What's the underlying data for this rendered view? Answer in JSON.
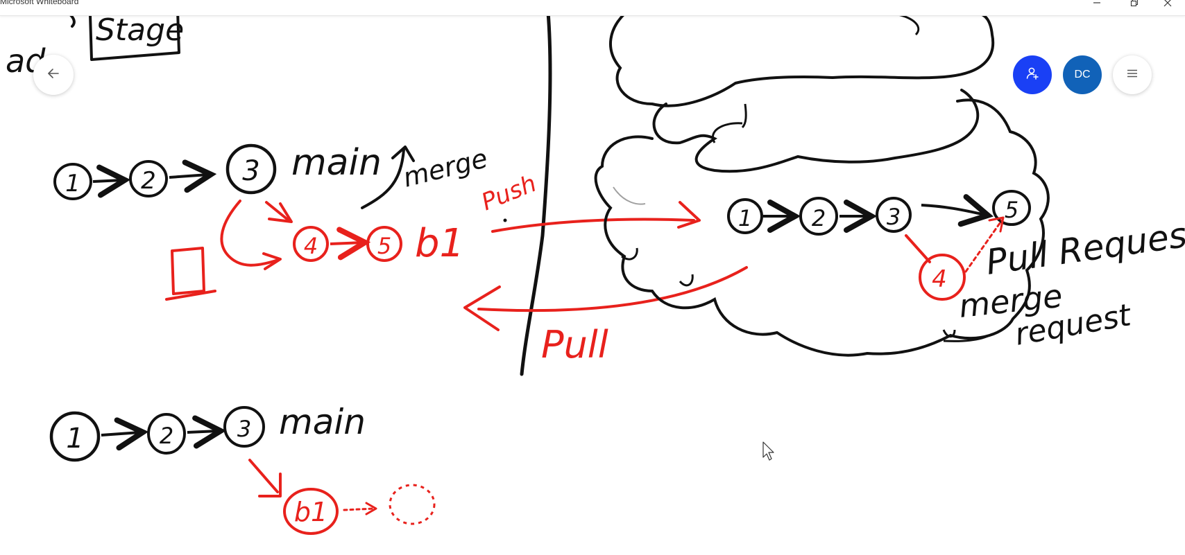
{
  "app": {
    "title": "Microsoft Whiteboard"
  },
  "window_controls": {
    "minimize_icon": "minimize-icon",
    "restore_icon": "restore-icon",
    "close_icon": "close-icon"
  },
  "toolbar": {
    "back_icon": "arrow-left-icon",
    "invite_icon": "add-person-icon",
    "avatar_initials": "DC",
    "menu_icon": "hamburger-menu-icon"
  },
  "colors": {
    "ink_black": "#111111",
    "ink_red": "#e8211c",
    "invite_blue": "#1a40f5",
    "avatar_blue": "#1162b8"
  },
  "whiteboard": {
    "top_left": {
      "word_add": "ad",
      "box_stage": "Stage"
    },
    "local_repo": {
      "commits": [
        "1",
        "2",
        "3"
      ],
      "branch_main": "main",
      "merge_label": "merge",
      "branch_commits": [
        "4",
        "5"
      ],
      "branch_b1": "b1",
      "push_label": "Push",
      "pull_label": "Pull"
    },
    "remote_repo": {
      "commits": [
        "1",
        "2",
        "3",
        "5"
      ],
      "branch_commit": "4",
      "pull_request_label": "Pull Request",
      "merge_request_line1": "merge",
      "merge_request_line2": "request"
    },
    "bottom_diagram": {
      "commits": [
        "1",
        "2",
        "3"
      ],
      "branch_main": "main",
      "branch_node": "b1"
    }
  }
}
